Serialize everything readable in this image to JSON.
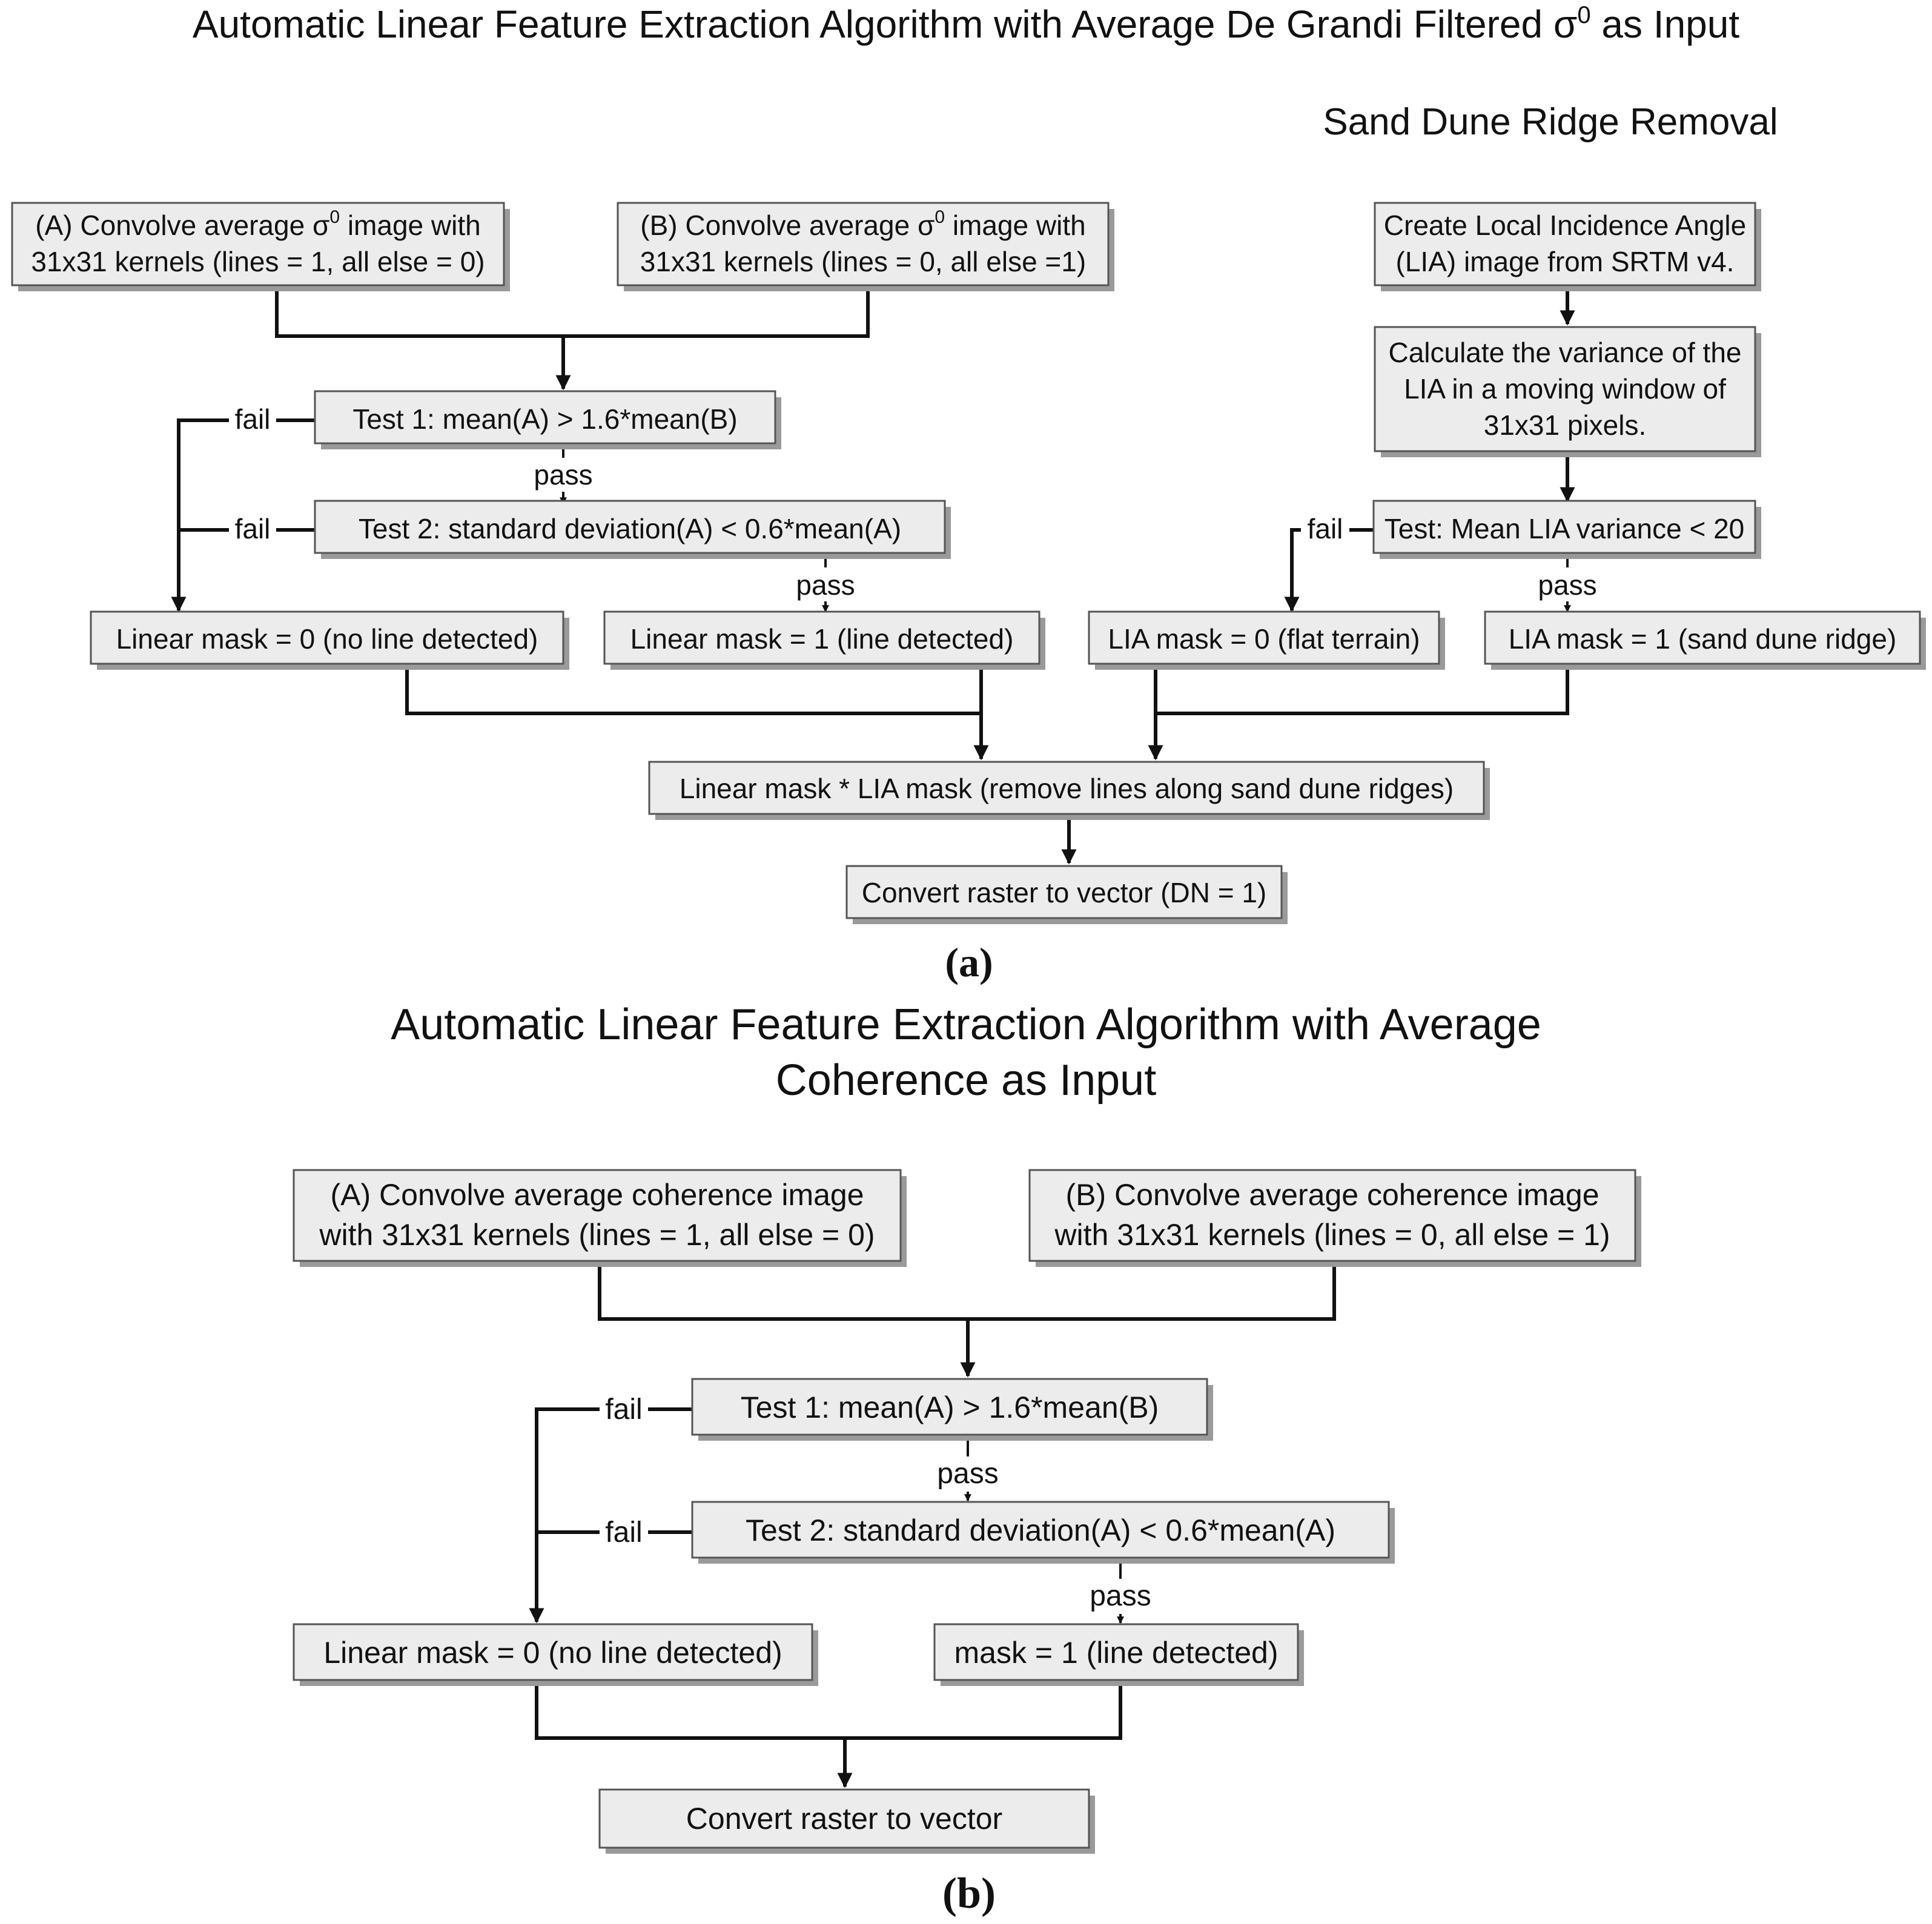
{
  "panel_a": {
    "title_prefix": "Automatic Linear Feature Extraction Algorithm with Average De Grandi Filtered σ",
    "title_sup": "0",
    "title_suffix": " as Input",
    "subtitle": "Sand Dune Ridge Removal",
    "box_A_1_prefix": "(A) Convolve average σ",
    "box_A_1_sup": "0",
    "box_A_1_suffix": " image with",
    "box_A_2": "31x31 kernels (lines = 1, all else = 0)",
    "box_B_1_prefix": "(B) Convolve average σ",
    "box_B_1_sup": "0",
    "box_B_1_suffix": " image with",
    "box_B_2": "31x31 kernels (lines = 0, all else =1)",
    "lia_1": "Create Local Incidence Angle",
    "lia_2": "(LIA) image from SRTM v4.",
    "var_1": "Calculate the variance of the",
    "var_2": "LIA in a moving window of",
    "var_3": "31x31 pixels.",
    "test1": "Test 1: mean(A) > 1.6*mean(B)",
    "test2": "Test 2: standard deviation(A) < 0.6*mean(A)",
    "test_lia": "Test: Mean LIA variance < 20",
    "mask0": "Linear mask = 0 (no line detected)",
    "mask1": "Linear mask = 1 (line detected)",
    "lia0": "LIA mask = 0 (flat terrain)",
    "lia1": "LIA mask = 1 (sand dune ridge)",
    "combine": "Linear mask * LIA mask (remove lines along sand dune ridges)",
    "convert": "Convert raster to vector (DN = 1)",
    "fail": "fail",
    "pass": "pass",
    "label": "(a)"
  },
  "panel_b": {
    "title_1": "Automatic Linear Feature Extraction Algorithm with Average",
    "title_2": "Coherence as Input",
    "box_A_1": "(A) Convolve average coherence image",
    "box_A_2": "with 31x31 kernels (lines = 1, all else = 0)",
    "box_B_1": "(B) Convolve average coherence image",
    "box_B_2": "with 31x31 kernels (lines = 0, all else = 1)",
    "test1": "Test 1: mean(A) > 1.6*mean(B)",
    "test2": "Test 2: standard deviation(A) < 0.6*mean(A)",
    "mask0": "Linear mask = 0 (no line detected)",
    "mask1": "mask = 1 (line detected)",
    "convert": "Convert raster to vector",
    "fail": "fail",
    "pass": "pass",
    "label": "(b)"
  }
}
